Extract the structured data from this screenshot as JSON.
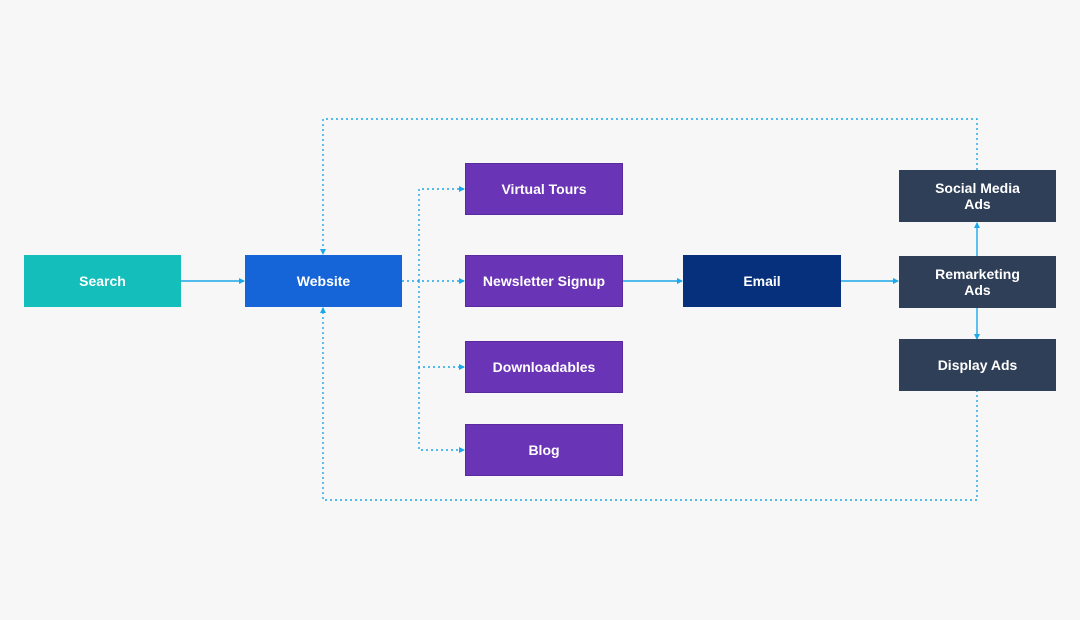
{
  "colors": {
    "background": "#f7f7f7",
    "search": "#13bebb",
    "website": "#1565d8",
    "content": "#6934b6",
    "email": "#07307c",
    "ads": "#2f3f57",
    "connector": "#1aa7ec"
  },
  "nodes": {
    "search": "Search",
    "website": "Website",
    "virtual_tours": "Virtual Tours",
    "newsletter_signup": "Newsletter Signup",
    "downloadables": "Downloadables",
    "blog": "Blog",
    "email": "Email",
    "social_media_ads": "Social Media\nAds",
    "remarketing_ads": "Remarketing\nAds",
    "display_ads": "Display Ads"
  },
  "edges": [
    {
      "from": "search",
      "to": "website",
      "style": "solid"
    },
    {
      "from": "website",
      "to": "virtual_tours",
      "style": "dotted"
    },
    {
      "from": "website",
      "to": "newsletter_signup",
      "style": "dotted"
    },
    {
      "from": "website",
      "to": "downloadables",
      "style": "dotted"
    },
    {
      "from": "website",
      "to": "blog",
      "style": "dotted"
    },
    {
      "from": "newsletter_signup",
      "to": "email",
      "style": "solid"
    },
    {
      "from": "email",
      "to": "remarketing_ads",
      "style": "solid"
    },
    {
      "from": "remarketing_ads",
      "to": "social_media_ads",
      "style": "solid"
    },
    {
      "from": "remarketing_ads",
      "to": "display_ads",
      "style": "solid"
    },
    {
      "from": "social_media_ads",
      "to": "website",
      "style": "dotted"
    },
    {
      "from": "display_ads",
      "to": "website",
      "style": "dotted"
    }
  ]
}
